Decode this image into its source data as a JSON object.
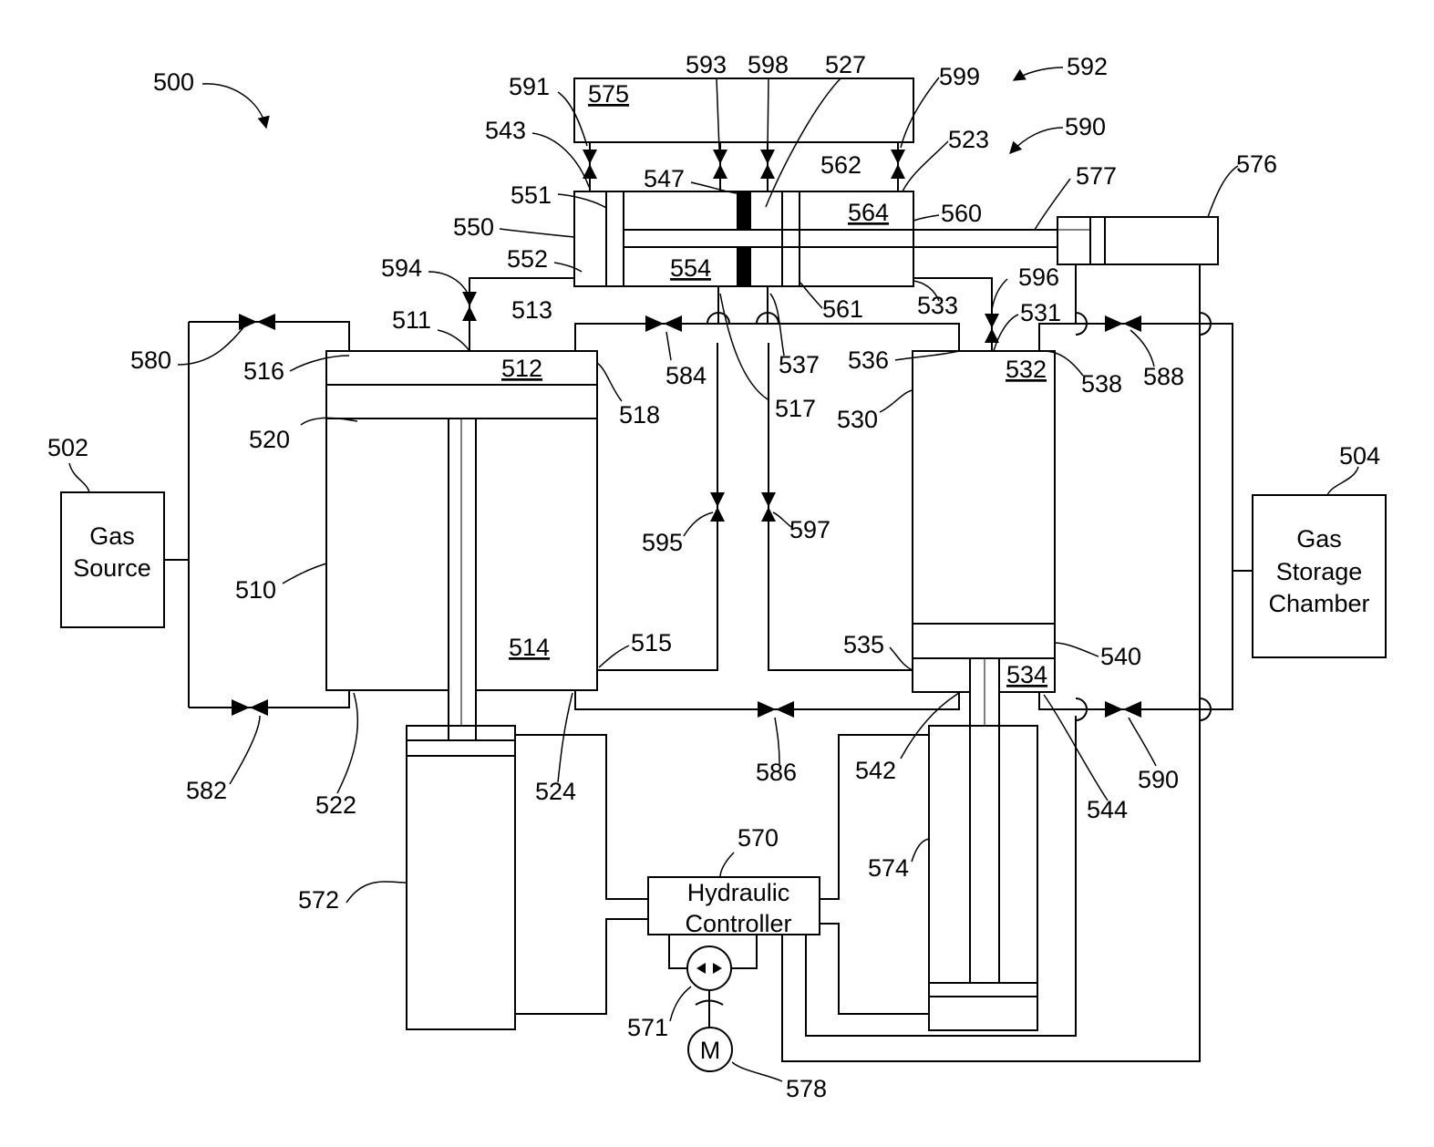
{
  "figure_number": "500",
  "blocks": {
    "gas_source": [
      "Gas",
      "Source"
    ],
    "gas_storage": [
      "Gas",
      "Storage",
      "Chamber"
    ],
    "hydraulic_controller": [
      "Hydraulic",
      "Controller"
    ],
    "motor": "M"
  },
  "chamber_labels": [
    "575",
    "564",
    "554",
    "512",
    "514",
    "532",
    "534"
  ],
  "ref_labels": [
    "592",
    "590",
    "502",
    "504",
    "591",
    "593",
    "598",
    "527",
    "599",
    "543",
    "523",
    "547",
    "562",
    "551",
    "550",
    "552",
    "560",
    "577",
    "576",
    "594",
    "513",
    "596",
    "531",
    "511",
    "580",
    "516",
    "584",
    "536",
    "588",
    "538",
    "518",
    "537",
    "517",
    "530",
    "520",
    "595",
    "597",
    "510",
    "515",
    "535",
    "540",
    "582",
    "522",
    "524",
    "586",
    "542",
    "544",
    "570",
    "572",
    "574",
    "571",
    "578",
    "533",
    "561"
  ]
}
